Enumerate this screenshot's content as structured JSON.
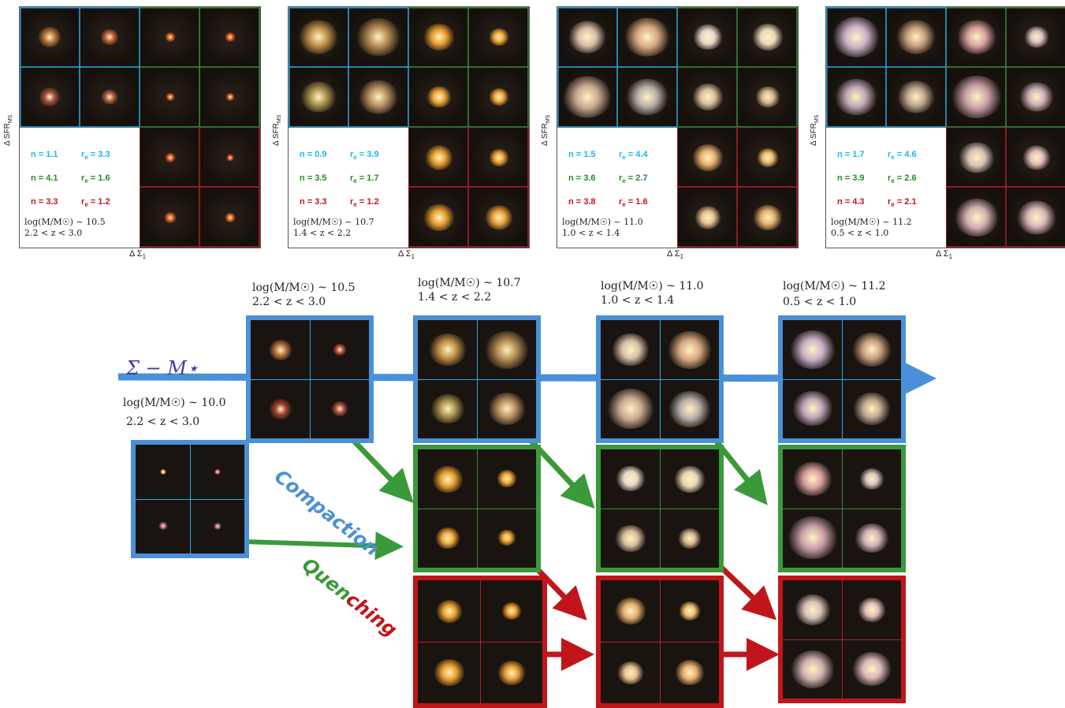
{
  "panels": [
    {
      "axis_y": "Δ SFR",
      "axis_y_sub": "MS",
      "axis_x": "Δ Σ",
      "axis_x_sub": "1",
      "blue": {
        "n": "n = 1.1",
        "re_prefix": "r",
        "re_sub": "e",
        "re_val": " = 3.3"
      },
      "green": {
        "n": "n = 4.1",
        "re_prefix": "r",
        "re_sub": "e",
        "re_val": " = 1.6"
      },
      "red": {
        "n": "n = 3.3",
        "re_prefix": "r",
        "re_sub": "e",
        "re_val": " = 1.2"
      },
      "mass": "log(M/M☉) ~ 10.5",
      "redshift": "2.2 < z < 3.0"
    },
    {
      "axis_y": "Δ SFR",
      "axis_y_sub": "MS",
      "axis_x": "Δ Σ",
      "axis_x_sub": "1",
      "blue": {
        "n": "n = 0.9",
        "re_prefix": "r",
        "re_sub": "e",
        "re_val": " = 3.9"
      },
      "green": {
        "n": "n = 3.5",
        "re_prefix": "r",
        "re_sub": "e",
        "re_val": " = 1.7"
      },
      "red": {
        "n": "n = 3.3",
        "re_prefix": "r",
        "re_sub": "e",
        "re_val": " = 1.2"
      },
      "mass": "log(M/M☉) ~ 10.7",
      "redshift": "1.4 < z < 2.2"
    },
    {
      "axis_y": "Δ SFR",
      "axis_y_sub": "MS",
      "axis_x": "Δ Σ",
      "axis_x_sub": "1",
      "blue": {
        "n": "n = 1.5",
        "re_prefix": "r",
        "re_sub": "e",
        "re_val": " = 4.4"
      },
      "green": {
        "n": "n = 3.6",
        "re_prefix": "r",
        "re_sub": "e",
        "re_val": " = 2.7"
      },
      "red": {
        "n": "n = 3.8",
        "re_prefix": "r",
        "re_sub": "e",
        "re_val": " = 1.6"
      },
      "mass": "log(M/M☉) ~ 11.0",
      "redshift": "1.0 < z < 1.4"
    },
    {
      "axis_y": "Δ SFR",
      "axis_y_sub": "MS",
      "axis_x": "Δ Σ",
      "axis_x_sub": "1",
      "blue": {
        "n": "n = 1.7",
        "re_prefix": "r",
        "re_sub": "e",
        "re_val": " = 4.6"
      },
      "green": {
        "n": "n = 3.9",
        "re_prefix": "r",
        "re_sub": "e",
        "re_val": " = 2.6"
      },
      "red": {
        "n": "n = 4.3",
        "re_prefix": "r",
        "re_sub": "e",
        "re_val": " = 2.1"
      },
      "mass": "log(M/M☉) ~ 11.2",
      "redshift": "0.5 < z < 1.0"
    }
  ],
  "diagram": {
    "track_label": "Σ − M⋆",
    "start_mass": "log(M/M☉) ~ 10.0",
    "start_redshift": "2.2 < z < 3.0",
    "stages": [
      {
        "mass": "log(M/M☉) ~ 10.5",
        "redshift": "2.2 < z < 3.0"
      },
      {
        "mass": "log(M/M☉) ~ 10.7",
        "redshift": "1.4 < z < 2.2"
      },
      {
        "mass": "log(M/M☉) ~ 11.0",
        "redshift": "1.0 < z < 1.4"
      },
      {
        "mass": "log(M/M☉) ~ 11.2",
        "redshift": "0.5 < z < 1.0"
      }
    ],
    "compaction_label": "Compaction",
    "quenching_part1": "Quen",
    "quenching_part2": "ching"
  },
  "colors": {
    "blue_text": "#1ab8e8",
    "green_text": "#2a8a2a",
    "red_text": "#c0161b",
    "blue_frame": "#4a90d9",
    "green_frame": "#3a9a3a",
    "red_frame": "#c0161b",
    "blue_grid": "#2fa8e0",
    "green_grid": "#3b8a3b",
    "red_grid": "#b0202a"
  }
}
